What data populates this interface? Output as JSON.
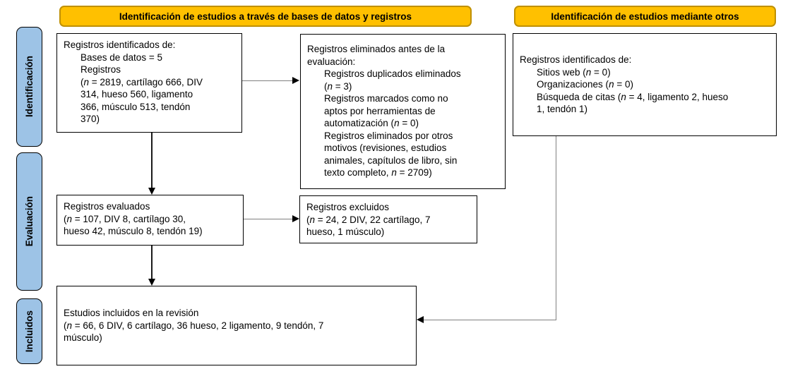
{
  "colors": {
    "header_bg": "#FFC000",
    "header_border": "#BF9000",
    "stage_bg": "#9DC3E6"
  },
  "headers": {
    "databases": "Identificación de estudios a través de bases de datos y registros",
    "other_methods": "Identificación de estudios mediante otros"
  },
  "stages": {
    "identification": "Identificación",
    "screening": "Evaluación",
    "included": "Incluidos"
  },
  "boxes": {
    "records_identified_databases": {
      "lines": [
        "Registros identificados de:",
        "Bases de datos = 5",
        "Registros",
        "(n = 2819, cartílago 666, DIV",
        "314, hueso 560, ligamento",
        "366, músculo 513, tendón",
        "370)"
      ]
    },
    "records_removed_before_screening": {
      "lines": [
        "Registros eliminados antes de la",
        "evaluación:",
        "Registros duplicados eliminados",
        "(n = 3)",
        "Registros marcados como no",
        "aptos por herramientas de",
        "automatización (n = 0)",
        "Registros eliminados por otros",
        "motivos (revisiones, estudios",
        "animales, capítulos de libro, sin",
        "texto completo, n = 2709)"
      ]
    },
    "records_screened": {
      "lines": [
        "Registros evaluados",
        "(n = 107, DIV 8, cartílago 30,",
        "hueso 42, músculo 8, tendón 19)"
      ]
    },
    "records_excluded": {
      "lines": [
        "Registros excluidos",
        "(n = 24, 2 DIV, 22 cartílago, 7",
        "hueso, 1 músculo)"
      ]
    },
    "records_identified_other": {
      "lines": [
        "Registros identificados de:",
        "Sitios web (n = 0)",
        "Organizaciones (n = 0)",
        "Búsqueda de citas (n = 4, ligamento 2, hueso",
        "1, tendón 1)"
      ]
    },
    "studies_included": {
      "lines": [
        "Estudios incluidos en la revisión",
        "(n = 66, 6 DIV, 6 cartílago, 36 hueso, 2 ligamento, 9 tendón, 7",
        "músculo)"
      ]
    }
  }
}
